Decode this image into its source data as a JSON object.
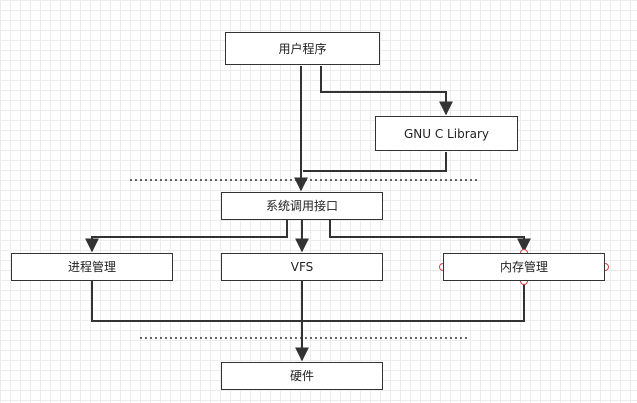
{
  "diagram": {
    "nodes": {
      "user_program": "用户程序",
      "gnu_c_library": "GNU C Library",
      "syscall_interface": "系统调用接口",
      "process_mgmt": "进程管理",
      "vfs": "VFS",
      "memory_mgmt": "内存管理",
      "hardware": "硬件"
    },
    "line_color": "#333333",
    "selection_handle_color": "#cc4444"
  }
}
